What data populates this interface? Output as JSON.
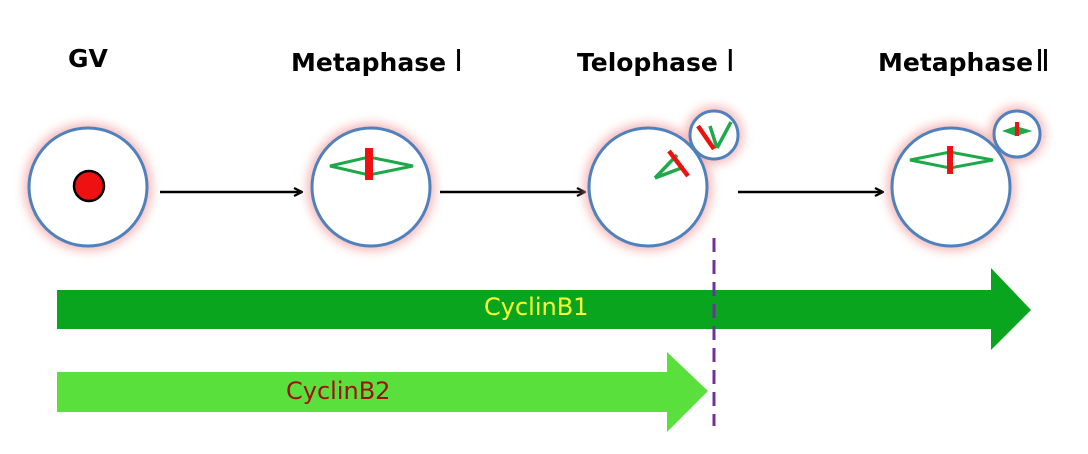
{
  "stages": [
    {
      "name": "GV",
      "suffix": ""
    },
    {
      "name": "Metaphase",
      "suffix": "Ⅰ"
    },
    {
      "name": "Telophase",
      "suffix": "Ⅰ"
    },
    {
      "name": "Metaphase",
      "suffix": "Ⅱ"
    }
  ],
  "bars": [
    {
      "label": "CyclinB1",
      "color": "#0aa51e",
      "text_color": "#ffff33"
    },
    {
      "label": "CyclinB2",
      "color": "#5ae03c",
      "text_color": "#a01010"
    }
  ],
  "colors": {
    "cell_outline": "#4f81bd",
    "cell_glow": "#f4a0a0",
    "chromosome": "#ee1111",
    "spindle": "#1fa84a",
    "divider": "#7030a0"
  }
}
